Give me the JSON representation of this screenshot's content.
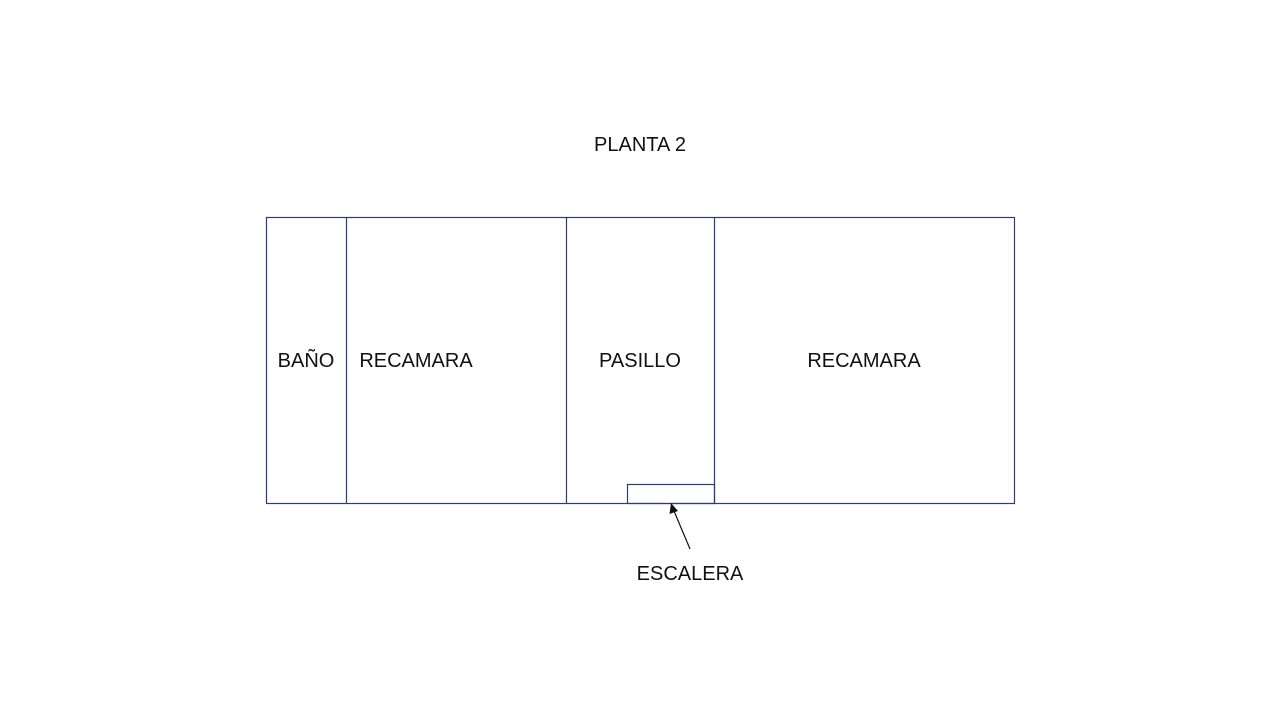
{
  "title": "PLANTA 2",
  "rooms": [
    {
      "id": "bano",
      "label": "BAÑO"
    },
    {
      "id": "recamara-1",
      "label": "RECAMARA"
    },
    {
      "id": "pasillo",
      "label": "PASILLO"
    },
    {
      "id": "recamara-2",
      "label": "RECAMARA"
    }
  ],
  "stair": {
    "label": "ESCALERA"
  },
  "colors": {
    "wall": "#2f3d6b",
    "text": "#111111"
  }
}
